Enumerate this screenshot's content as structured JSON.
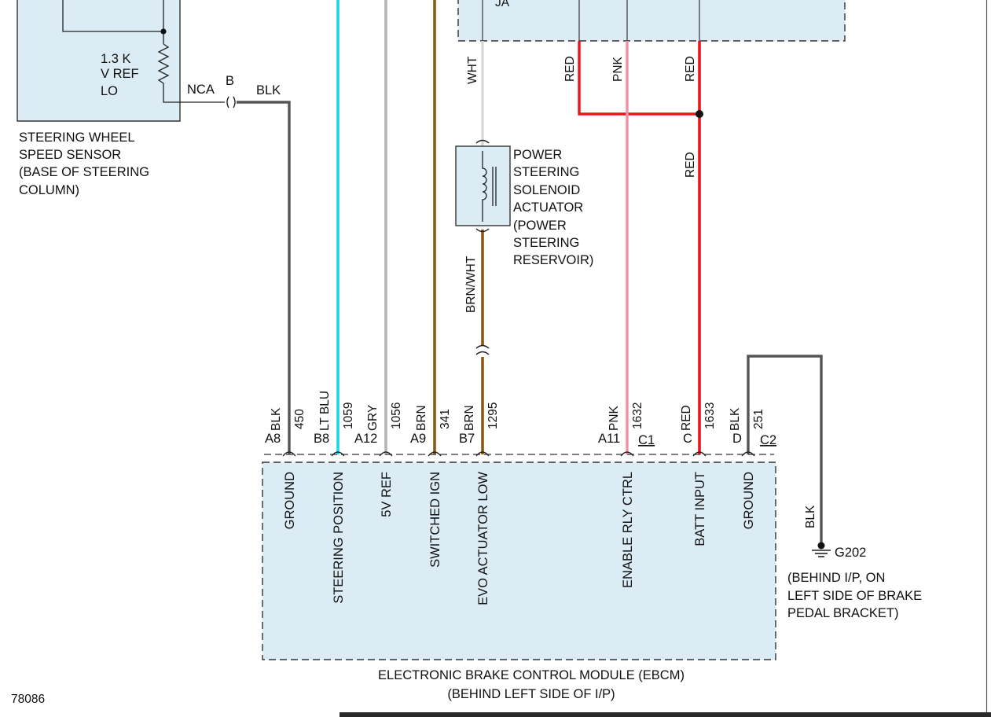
{
  "colors": {
    "blk": "#555555",
    "lt_blu": "#19d7e6",
    "gry": "#b4b4b4",
    "brn": "#8a5a14",
    "wht": "#d6d6d6",
    "red": "#e8161c",
    "pnk": "#f291a8",
    "module_fill": "#dcecf4"
  },
  "sensor": {
    "r_value": "1.3 K",
    "r_line2": "V REF",
    "r_line3": "LO",
    "label_lines": [
      "STEERING WHEEL",
      "SPEED SENSOR",
      "(BASE OF STEERING",
      "COLUMN)"
    ],
    "conn_left": "NCA",
    "conn_pin": "B",
    "wire_color": "BLK"
  },
  "top_module": {
    "partial_label": "JA"
  },
  "top_wires": {
    "wht": "WHT",
    "red1": "RED",
    "pnk": "PNK",
    "red2": "RED",
    "red3": "RED"
  },
  "solenoid": {
    "label_lines": [
      "POWER",
      "STEERING",
      "SOLENOID",
      "ACTUATOR",
      "(POWER",
      "STEERING",
      "RESERVOIR)"
    ],
    "lower_wire": "BRN/WHT"
  },
  "pins": [
    {
      "color_label": "BLK",
      "circuit": "450",
      "pin": "A8",
      "function": "GROUND",
      "wire": "blk"
    },
    {
      "color_label": "LT BLU",
      "circuit": "1059",
      "pin": "B8",
      "function": "STEERING POSITION",
      "wire": "lt_blu"
    },
    {
      "color_label": "GRY",
      "circuit": "1056",
      "pin": "A12",
      "function": "5V REF",
      "wire": "gry"
    },
    {
      "color_label": "BRN",
      "circuit": "341",
      "pin": "A9",
      "function": "SWITCHED IGN",
      "wire": "brn"
    },
    {
      "color_label": "BRN",
      "circuit": "1295",
      "pin": "B7",
      "function": "EVO ACTUATOR LOW",
      "wire": "brn"
    },
    {
      "color_label": "PNK",
      "circuit": "1632",
      "pin": "A11",
      "function": "ENABLE RLY CTRL",
      "wire": "pnk"
    },
    {
      "color_label": "RED",
      "circuit": "1633",
      "pin": "C",
      "function": "BATT INPUT",
      "wire": "red"
    },
    {
      "color_label": "BLK",
      "circuit": "251",
      "pin": "D",
      "function": "GROUND",
      "wire": "blk"
    }
  ],
  "connectors": {
    "c1": "C1",
    "c2": "C2"
  },
  "ground": {
    "wire_color": "BLK",
    "name": "G202",
    "location_lines": [
      "(BEHIND I/P, ON",
      "LEFT SIDE OF BRAKE",
      "PEDAL BRACKET)"
    ]
  },
  "module": {
    "title": "ELECTRONIC BRAKE CONTROL MODULE (EBCM)",
    "subtitle": "(BEHIND LEFT SIDE OF I/P)"
  },
  "figure_id": "78086"
}
